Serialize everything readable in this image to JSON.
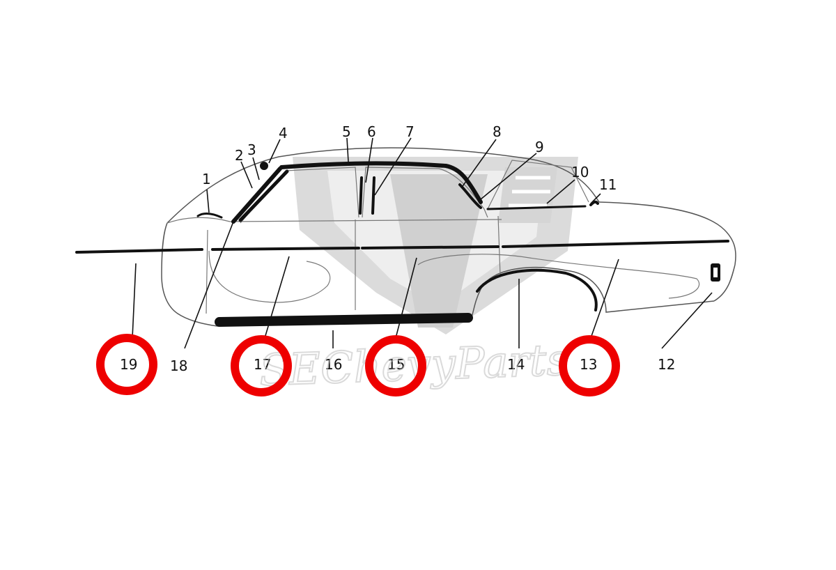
{
  "diagram": {
    "callouts": [
      {
        "id": "1",
        "label": "1"
      },
      {
        "id": "2",
        "label": "2"
      },
      {
        "id": "3",
        "label": "3"
      },
      {
        "id": "4",
        "label": "4"
      },
      {
        "id": "5",
        "label": "5"
      },
      {
        "id": "6",
        "label": "6"
      },
      {
        "id": "7",
        "label": "7"
      },
      {
        "id": "8",
        "label": "8"
      },
      {
        "id": "9",
        "label": "9"
      },
      {
        "id": "10",
        "label": "10"
      },
      {
        "id": "11",
        "label": "11"
      },
      {
        "id": "12",
        "label": "12"
      },
      {
        "id": "13",
        "label": "13"
      },
      {
        "id": "14",
        "label": "14"
      },
      {
        "id": "15",
        "label": "15"
      },
      {
        "id": "16",
        "label": "16"
      },
      {
        "id": "17",
        "label": "17"
      },
      {
        "id": "18",
        "label": "18"
      },
      {
        "id": "19",
        "label": "19"
      }
    ],
    "highlighted": [
      "19",
      "17",
      "15",
      "13"
    ],
    "highlight_color": "#ee0000",
    "watermark": {
      "text": "SEChevyParts",
      "emblem": "chevy-v-emblem"
    }
  }
}
